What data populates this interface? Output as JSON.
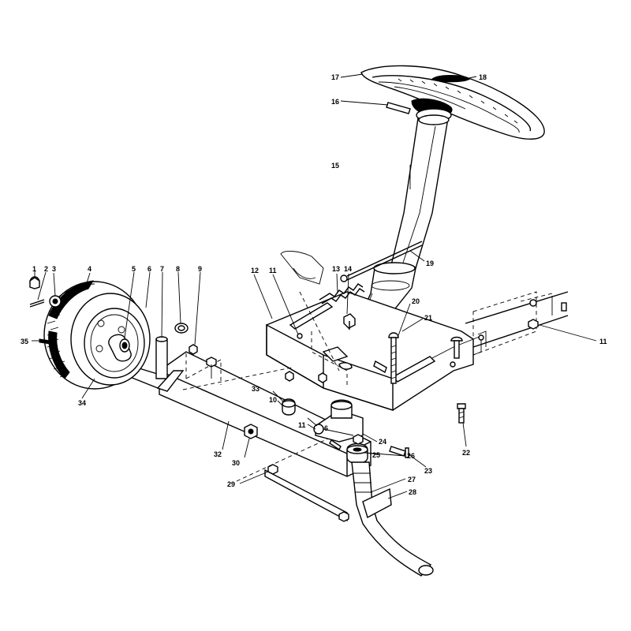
{
  "callouts": [
    {
      "id": "c1",
      "text": "1"
    },
    {
      "id": "c2",
      "text": "2"
    },
    {
      "id": "c3",
      "text": "3"
    },
    {
      "id": "c4",
      "text": "4"
    },
    {
      "id": "c5",
      "text": "5"
    },
    {
      "id": "c6",
      "text": "6"
    },
    {
      "id": "c7",
      "text": "7"
    },
    {
      "id": "c8",
      "text": "8"
    },
    {
      "id": "c9",
      "text": "9"
    },
    {
      "id": "c10",
      "text": "10"
    },
    {
      "id": "c11a",
      "text": "11"
    },
    {
      "id": "c11b",
      "text": "11"
    },
    {
      "id": "c11c",
      "text": "11"
    },
    {
      "id": "c12",
      "text": "12"
    },
    {
      "id": "c13",
      "text": "13"
    },
    {
      "id": "c14",
      "text": "14"
    },
    {
      "id": "c15",
      "text": "15"
    },
    {
      "id": "c16",
      "text": "16"
    },
    {
      "id": "c17",
      "text": "17"
    },
    {
      "id": "c18",
      "text": "18"
    },
    {
      "id": "c19",
      "text": "19"
    },
    {
      "id": "c20",
      "text": "20"
    },
    {
      "id": "c21",
      "text": "21"
    },
    {
      "id": "c22",
      "text": "22"
    },
    {
      "id": "c23",
      "text": "23"
    },
    {
      "id": "c24",
      "text": "24"
    },
    {
      "id": "c25",
      "text": "25"
    },
    {
      "id": "c26",
      "text": "26"
    },
    {
      "id": "c27",
      "text": "27"
    },
    {
      "id": "c28",
      "text": "28"
    },
    {
      "id": "c29",
      "text": "29"
    },
    {
      "id": "c30",
      "text": "30"
    },
    {
      "id": "c32",
      "text": "32"
    },
    {
      "id": "c33",
      "text": "33"
    },
    {
      "id": "c34",
      "text": "34"
    },
    {
      "id": "c35",
      "text": "35"
    },
    {
      "id": "c6b",
      "text": "6"
    }
  ]
}
